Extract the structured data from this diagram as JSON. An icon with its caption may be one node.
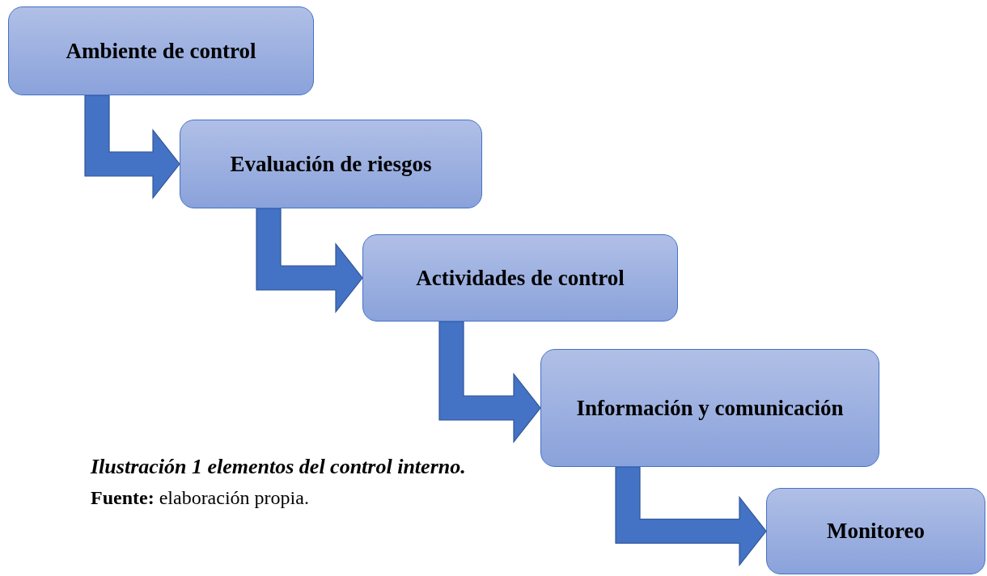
{
  "diagram": {
    "caption": "Ilustración 1 elementos del control interno.",
    "nodes": [
      {
        "text": [
          "Ambiente de control"
        ]
      },
      {
        "text": [
          "Evaluación de riesgos"
        ]
      },
      {
        "text": [
          "Actividades de control"
        ]
      },
      {
        "text": [
          "Información y comunicación"
        ]
      },
      {
        "text": [
          "Monitoreo"
        ]
      }
    ],
    "edges": [
      {
        "from": 0,
        "to": 1,
        "arrow": "to"
      },
      {
        "from": 1,
        "to": 2,
        "arrow": "to"
      },
      {
        "from": 2,
        "to": 3,
        "arrow": "to"
      },
      {
        "from": 3,
        "to": 4,
        "arrow": "to"
      }
    ],
    "labels": [
      "**Fuente:** elaboración propia."
    ]
  }
}
